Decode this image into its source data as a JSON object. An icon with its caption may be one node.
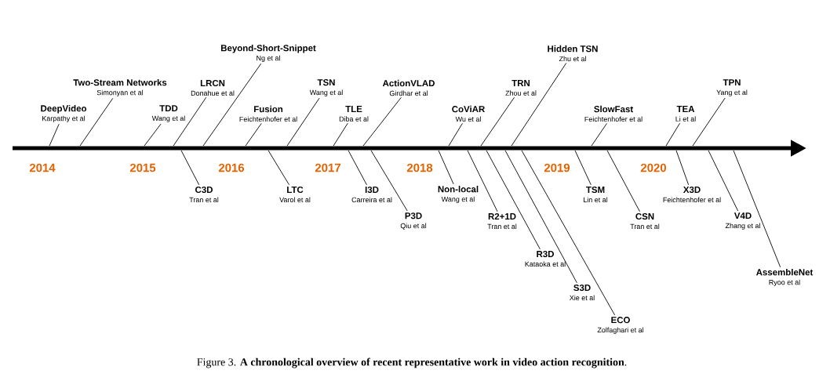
{
  "diagram": {
    "caption": "Figure 3. **A chronological overview of recent representative work in video action recognition**.",
    "nodes": [
      {
        "text": [
          "DeepVideo",
          "Karpathy et al"
        ]
      },
      {
        "text": [
          "Two-Stream Networks",
          "Simonyan et al"
        ]
      },
      {
        "text": [
          "TDD",
          "Wang et al"
        ]
      },
      {
        "text": [
          "LRCN",
          "Donahue et al"
        ]
      },
      {
        "text": [
          "Beyond-Short-Snippet",
          "Ng et al"
        ]
      },
      {
        "text": [
          "Fusion",
          "Feichtenhofer et al"
        ]
      },
      {
        "text": [
          "TSN",
          "Wang et al"
        ]
      },
      {
        "text": [
          "TLE",
          "Diba et al"
        ]
      },
      {
        "text": [
          "ActionVLAD",
          "Girdhar et al"
        ]
      },
      {
        "text": [
          "CoViAR",
          "Wu et al"
        ]
      },
      {
        "text": [
          "TRN",
          "Zhou et al"
        ]
      },
      {
        "text": [
          "Hidden TSN",
          "Zhu et al"
        ]
      },
      {
        "text": [
          "SlowFast",
          "Feichtenhofer et al"
        ]
      },
      {
        "text": [
          "TEA",
          "Li et al"
        ]
      },
      {
        "text": [
          "TPN",
          "Yang et al"
        ]
      },
      {
        "text": [
          "C3D",
          "Tran et al"
        ]
      },
      {
        "text": [
          "LTC",
          "Varol et al"
        ]
      },
      {
        "text": [
          "I3D",
          "Carreira et al"
        ]
      },
      {
        "text": [
          "P3D",
          "Qiu et al"
        ]
      },
      {
        "text": [
          "Non-local",
          "Wang et al"
        ]
      },
      {
        "text": [
          "R2+1D",
          "Tran et al"
        ]
      },
      {
        "text": [
          "R3D",
          "Kataoka et al"
        ]
      },
      {
        "text": [
          "S3D",
          "Xie et al"
        ]
      },
      {
        "text": [
          "ECO",
          "Zolfaghari et al"
        ]
      },
      {
        "text": [
          "TSM",
          "Lin et al"
        ]
      },
      {
        "text": [
          "CSN",
          "Tran et al"
        ]
      },
      {
        "text": [
          "X3D",
          "Feichtenhofer et al"
        ]
      },
      {
        "text": [
          "V4D",
          "Zhang et al"
        ]
      },
      {
        "text": [
          "AssembleNet",
          "Ryoo et al"
        ]
      }
    ],
    "edges": [
      {
        "from": 0,
        "to": null,
        "arrow": "none"
      },
      {
        "from": 1,
        "to": null,
        "arrow": "none"
      },
      {
        "from": 2,
        "to": null,
        "arrow": "none"
      },
      {
        "from": 3,
        "to": null,
        "arrow": "none"
      },
      {
        "from": 4,
        "to": null,
        "arrow": "none"
      },
      {
        "from": 5,
        "to": null,
        "arrow": "none"
      },
      {
        "from": 6,
        "to": null,
        "arrow": "none"
      },
      {
        "from": 7,
        "to": null,
        "arrow": "none"
      },
      {
        "from": 8,
        "to": null,
        "arrow": "none"
      },
      {
        "from": 9,
        "to": null,
        "arrow": "none"
      },
      {
        "from": 10,
        "to": null,
        "arrow": "none"
      },
      {
        "from": 11,
        "to": null,
        "arrow": "none"
      },
      {
        "from": 12,
        "to": null,
        "arrow": "none"
      },
      {
        "from": 13,
        "to": null,
        "arrow": "none"
      },
      {
        "from": 14,
        "to": null,
        "arrow": "none"
      },
      {
        "from": 15,
        "to": null,
        "arrow": "none"
      },
      {
        "from": 16,
        "to": null,
        "arrow": "none"
      },
      {
        "from": 17,
        "to": null,
        "arrow": "none"
      },
      {
        "from": 18,
        "to": null,
        "arrow": "none"
      },
      {
        "from": 19,
        "to": null,
        "arrow": "none"
      },
      {
        "from": 20,
        "to": null,
        "arrow": "none"
      },
      {
        "from": 21,
        "to": null,
        "arrow": "none"
      },
      {
        "from": 22,
        "to": null,
        "arrow": "none"
      },
      {
        "from": 23,
        "to": null,
        "arrow": "none"
      },
      {
        "from": 24,
        "to": null,
        "arrow": "none"
      },
      {
        "from": 25,
        "to": null,
        "arrow": "none"
      },
      {
        "from": 26,
        "to": null,
        "arrow": "none"
      },
      {
        "from": 27,
        "to": null,
        "arrow": "none"
      },
      {
        "from": 28,
        "to": null,
        "arrow": "none"
      }
    ],
    "labels": [
      "2014",
      "2015",
      "2016",
      "2017",
      "2018",
      "2019",
      "2020"
    ]
  }
}
